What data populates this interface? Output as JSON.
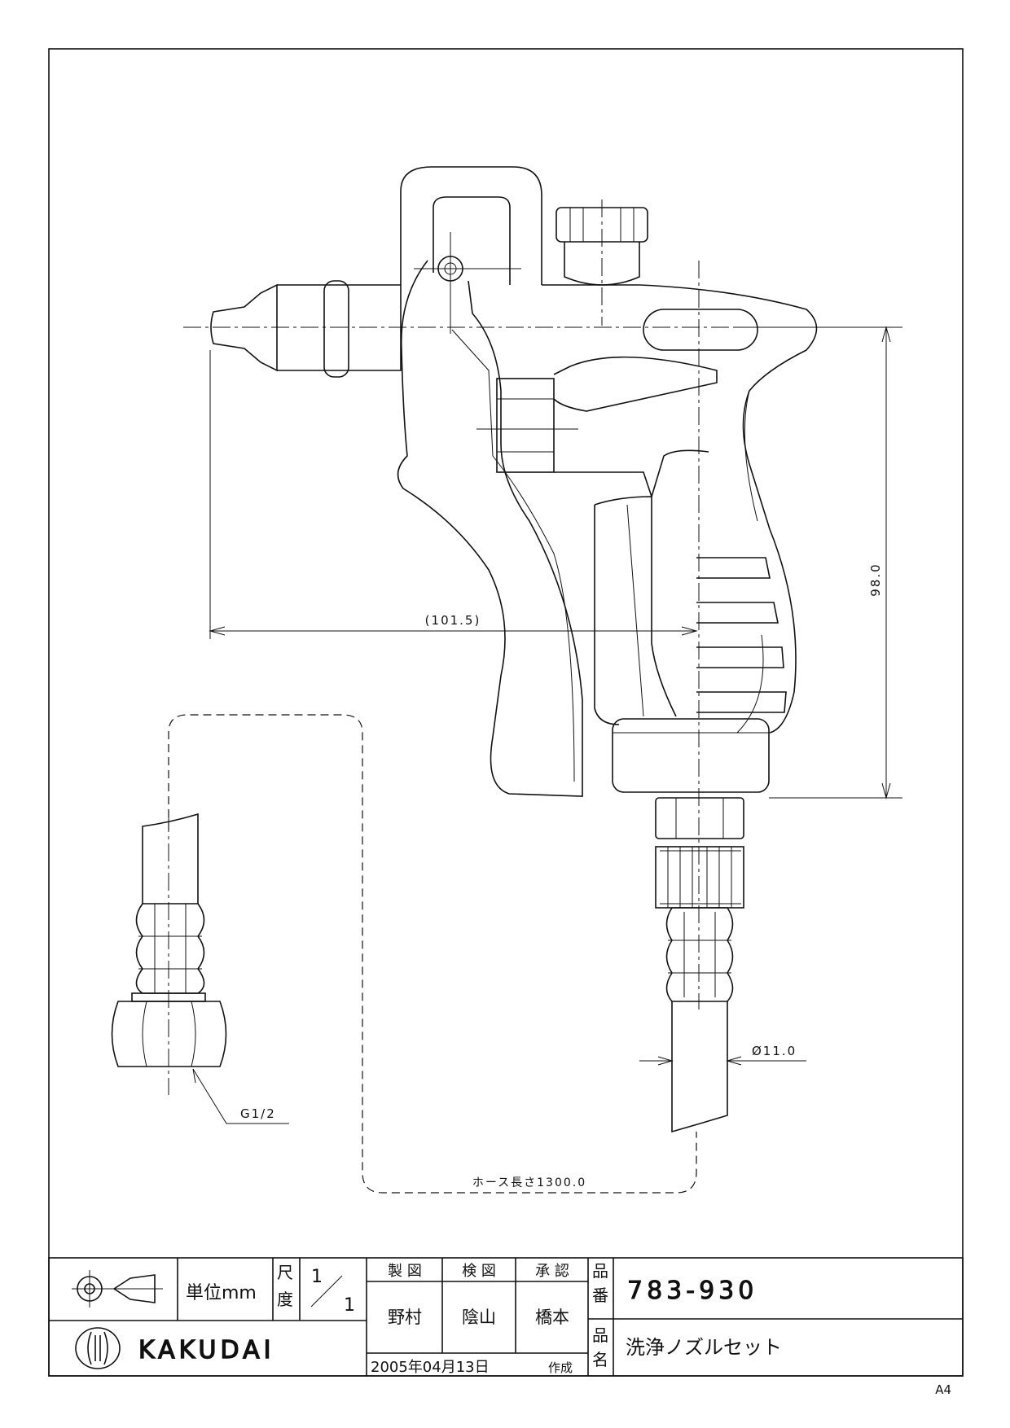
{
  "dimensions": {
    "height": "98.0",
    "length": "(101.5)",
    "hose_diameter": "Ø11.0",
    "thread": "G1/2",
    "hose_length": "ホース長さ1300.0"
  },
  "title_block": {
    "unit": "単位mm",
    "scale_label_1": "尺",
    "scale_label_2": "度",
    "scale_num": "1",
    "scale_den": "1",
    "roles": [
      "製 図",
      "検 図",
      "承 認"
    ],
    "names": [
      "野村",
      "陰山",
      "橋本"
    ],
    "part_no_label_1": "品",
    "part_no_label_2": "番",
    "part_no": "783-930",
    "part_name_label_1": "品",
    "part_name_label_2": "名",
    "part_name": "洗浄ノズルセット",
    "date": "2005年04月13日",
    "created": "作成",
    "brand": "KAKUDAI"
  },
  "paper_size": "A4"
}
